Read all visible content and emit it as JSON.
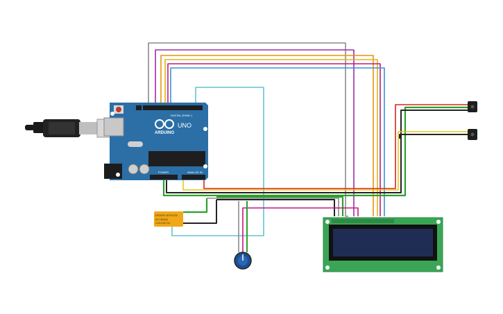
{
  "arduino": {
    "brand": "ARDUINO",
    "model": "UNO",
    "digital_label": "DIGITAL (PWM~)",
    "power_label": "POWER",
    "analog_label": "ANALOG IN"
  },
  "rtc": {
    "line1": "DS3231 AT24C32",
    "line2": "3V CR2032",
    "line3": "3.3V-5.5V DC"
  },
  "colors": {
    "board": "#2b6fa6",
    "lcd_pcb": "#3aa655",
    "lcd_screen": "#1f2d55",
    "wire_gray": "#888888",
    "wire_purple": "#9b2fa7",
    "wire_orange": "#e8920f",
    "wire_yellow": "#e8c80f",
    "wire_teal": "#64c3cf",
    "wire_blue": "#3b8fd9",
    "wire_red": "#d6261f",
    "wire_green": "#2aa02a",
    "wire_black": "#222222",
    "wire_magenta": "#c2187e",
    "rtc_module": "#f0a818",
    "pot_knob": "#1d4f91"
  },
  "icons": {
    "usb_cable": "usb-cable-icon",
    "power_jack": "power-jack-icon",
    "potentiometer": "potentiometer-icon",
    "sensor": "sensor-icon"
  }
}
